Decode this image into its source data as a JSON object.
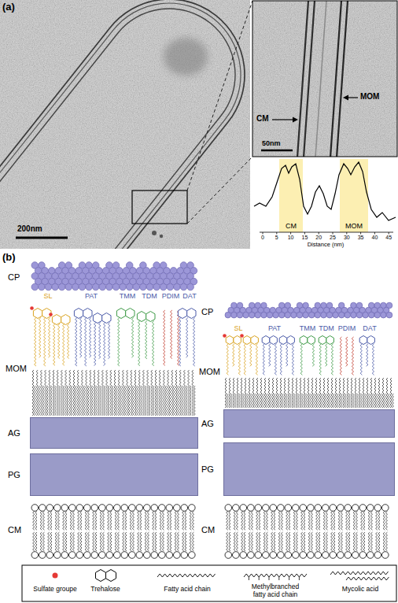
{
  "diagram": {
    "nodes": [
      {
        "text": [
          "AG"
        ]
      },
      {
        "text": [
          "PG"
        ]
      },
      {
        "text": [
          "AG"
        ]
      },
      {
        "text": [
          "PG"
        ]
      }
    ],
    "labels": [
      "(a)",
      "200nm",
      "CM",
      "MOM",
      "50nm",
      "CM",
      "MOM",
      "0",
      "5",
      "10",
      "15",
      "20",
      "25",
      "30",
      "35",
      "40",
      "45",
      "Distance (nm)",
      "(b)",
      "CP",
      "SL",
      "PAT",
      "TMM",
      "TDM",
      "PDIM",
      "DAT",
      "MOM",
      "CM",
      "CP",
      "SL",
      "PAT",
      "TMM",
      "TDM",
      "PDIM",
      "DAT",
      "MOM",
      "CM"
    ],
    "legend": [
      {
        "text": "Sulfate groupe",
        "color": "#e53935"
      },
      {
        "text": "Trehalose"
      },
      {
        "text": "Fatty acid chain"
      },
      {
        "text": "Methylbranched fatty acid chain"
      },
      {
        "text": "Mycolic acid"
      }
    ]
  }
}
